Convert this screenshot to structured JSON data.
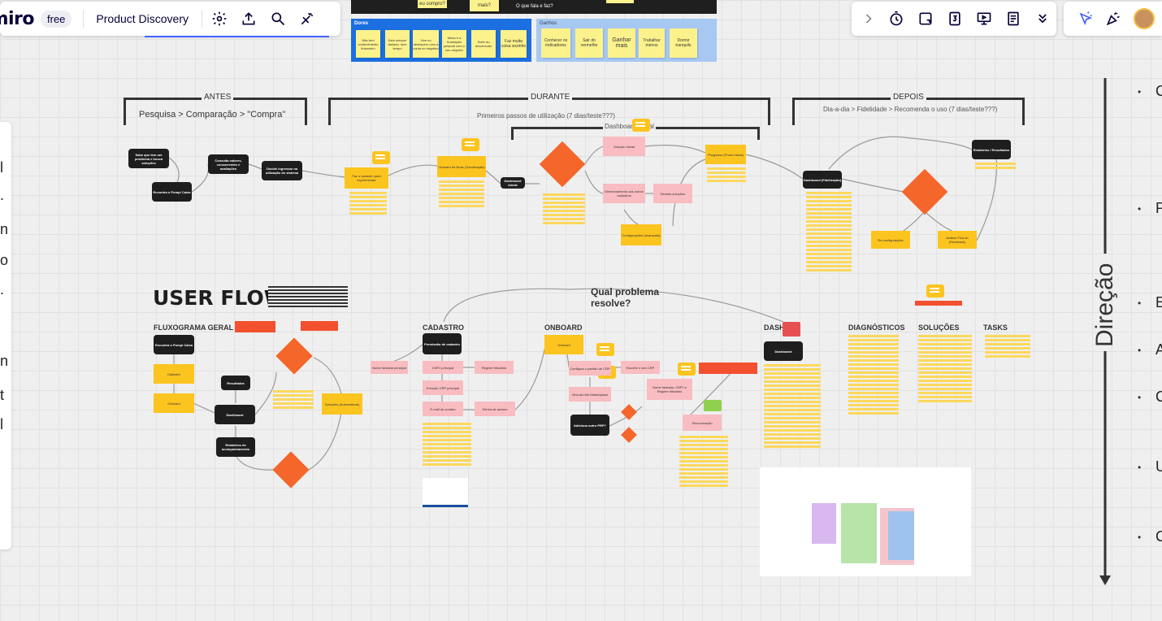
{
  "app": {
    "logo": "miro",
    "plan_badge": "free",
    "board_name": "Product Discovery"
  },
  "toolbar_left_icons": [
    "settings-icon",
    "upload-icon",
    "search-icon",
    "magic-icon"
  ],
  "toolbar_right_icons": [
    "chevron-right-icon",
    "timer-icon",
    "card-icon",
    "number-3-icon",
    "presentation-icon",
    "notes-icon",
    "chevrons-down-icon"
  ],
  "toolbar_far_right_icons": [
    "reaction-icon",
    "celebrate-icon",
    "user-avatar"
  ],
  "top_frame": {
    "caption": "O que fala e faz?",
    "stickies_top": [
      "eu compro?",
      "mais?"
    ],
    "dores_title": "Dores",
    "dores": [
      "Não tem conhecimento financeiro",
      "Está sempre atolado, sem tempo",
      "Vive no desespero com a conta no negativo",
      "Medo e a frustração pessoal com o seu negócio",
      "Sofre ao desvincular",
      "Faz muita coisa sozinho"
    ],
    "ganhos_title": "Ganhos",
    "ganhos": [
      "Conhecer os indicadores",
      "Sair do vermelho",
      "Ganhar mais",
      "Trabalhar menos",
      "Dormir tranquilo"
    ]
  },
  "journey": {
    "antes": "ANTES",
    "antes_sub": "Pesquisa > Comparação > \"Compra\"",
    "durante": "DURANTE",
    "durante_sub": "Primeiros passos de utilização (7 dias/teste???)",
    "dashboard_label": "Dashboard Geral",
    "depois": "DEPOIS",
    "depois_sub": "Dia-a-dia > Fidelidade > Recomenda o uso (7 dias/teste???)"
  },
  "user_flow": {
    "title": "USER FLOW",
    "fluxograma": "FLUXOGRAMA GERAL",
    "cadastro": "CADASTRO",
    "onboard": "ONBOARD",
    "dash": "DASH",
    "problem": "Qual problema resolve?",
    "diagnosticos": "DIAGNÓSTICOS",
    "solucoes": "SOLUÇÕES",
    "tasks": "TASKS"
  },
  "direction_label": "Direção",
  "right_bullets": [
    "C",
    "P",
    "E",
    "A",
    "C",
    "U",
    "C"
  ],
  "left_panel_letters": [
    "l",
    ".",
    "n",
    "o",
    ".",
    "n",
    "t",
    "l"
  ]
}
